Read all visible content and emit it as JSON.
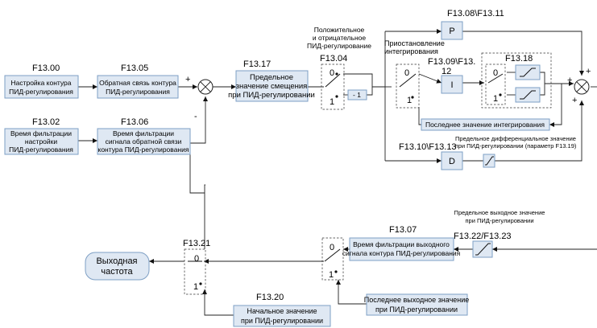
{
  "codes": {
    "f1300": "F13.00",
    "f1305": "F13.05",
    "f1302": "F13.02",
    "f1306": "F13.06",
    "f1317": "F13.17",
    "f1304": "F13.04",
    "f1308": "F13.08\\F13.11",
    "f1309": "F13.09\\F13.",
    "f1309b": "12",
    "f1318": "F13.18",
    "f1310": "F13.10\\F13.13",
    "f1307": "F13.07",
    "f1322": "F13.22/F13.23",
    "f1321": "F13.21",
    "f1320": "F13.20"
  },
  "blocks": {
    "setpoint_l1": "Настройка контура",
    "setpoint_l2": "ПИД-регулирования",
    "feedback_l1": "Обратная связь контура",
    "feedback_l2": "ПИД-регулирования",
    "filter_set_l1": "Время фильтрации",
    "filter_set_l2": "настройки",
    "filter_set_l3": "ПИД-регулирования",
    "filter_fb_l1": "Время фильтрации",
    "filter_fb_l2": "сигнала обратной связи",
    "filter_fb_l3": "контура ПИД-регулирования",
    "offset_l1": "Предельное",
    "offset_l2": "значение смещения",
    "offset_l3": "при ПИД-регулировании",
    "p_label": "P",
    "i_label": "I",
    "d_label": "D",
    "neg_one": "- 1",
    "last_int": "Последнее значение интегрирования",
    "out_filter_l1": "Время фильтрации выходного",
    "out_filter_l2": "сигнала контура ПИД-регулирования",
    "last_out_l1": "Последнее выходное значение",
    "last_out_l2": "при ПИД-регулировании",
    "init_l1": "Начальное значение",
    "init_l2": "при ПИД-регулировании",
    "output_l1": "Выходная",
    "output_l2": "частота"
  },
  "notes": {
    "posneg_l1": "Положительное",
    "posneg_l2": "и отрицательное",
    "posneg_l3": "ПИД-регулирование",
    "pause_l1": "Приостановление",
    "pause_l2": "интегрирования",
    "diff_limit_l1": "Предельное дифференциальное значение",
    "diff_limit_l2": "при ПИД-регулировании (параметр F13.19)",
    "out_limit_l1": "Предельное выходное значение",
    "out_limit_l2": "при ПИД-регулировании"
  },
  "signs": {
    "plus": "+",
    "minus": "-"
  },
  "switch_pos": {
    "zero": "0",
    "one": "1"
  },
  "colors": {
    "block_fill": "#dfe8f3",
    "block_stroke": "#7e9fc4",
    "line": "#222222"
  }
}
